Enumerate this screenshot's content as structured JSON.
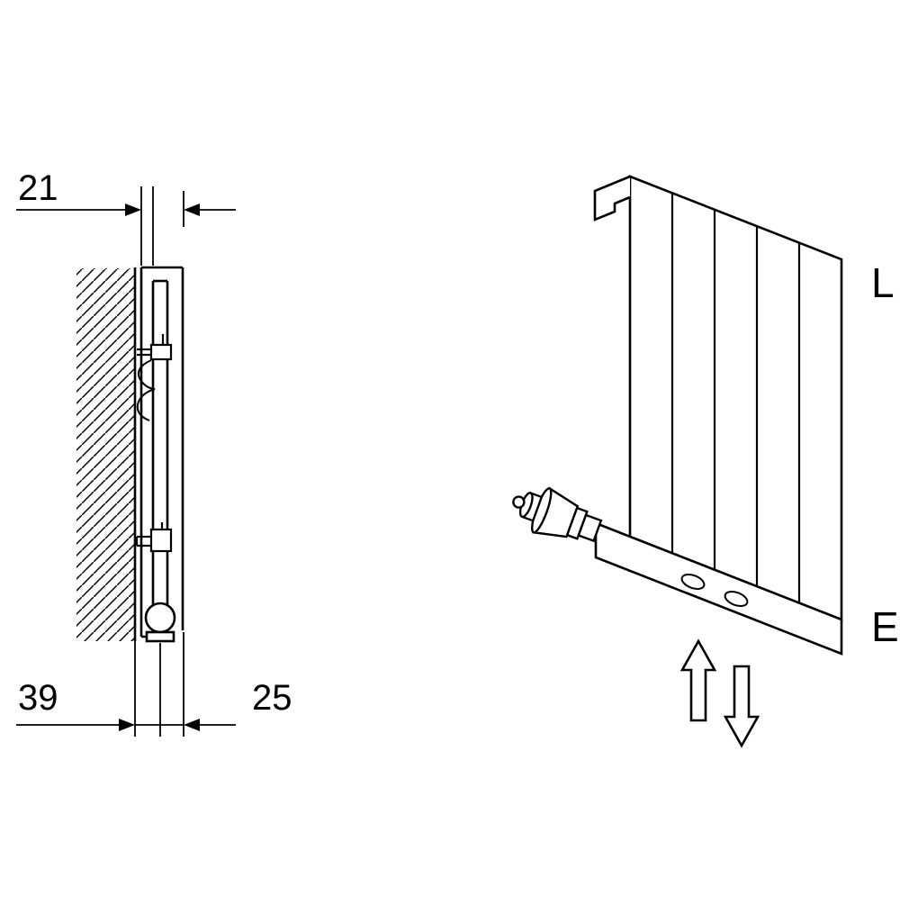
{
  "title": "radiator-wall-mounting-technical-drawing",
  "colors": {
    "line": "#000000",
    "background": "#ffffff"
  },
  "side_view": {
    "dim_top": "21",
    "dim_bottom_left": "39",
    "dim_bottom_right": "25"
  },
  "perspective_view": {
    "label_top": "L",
    "label_bottom": "E"
  }
}
